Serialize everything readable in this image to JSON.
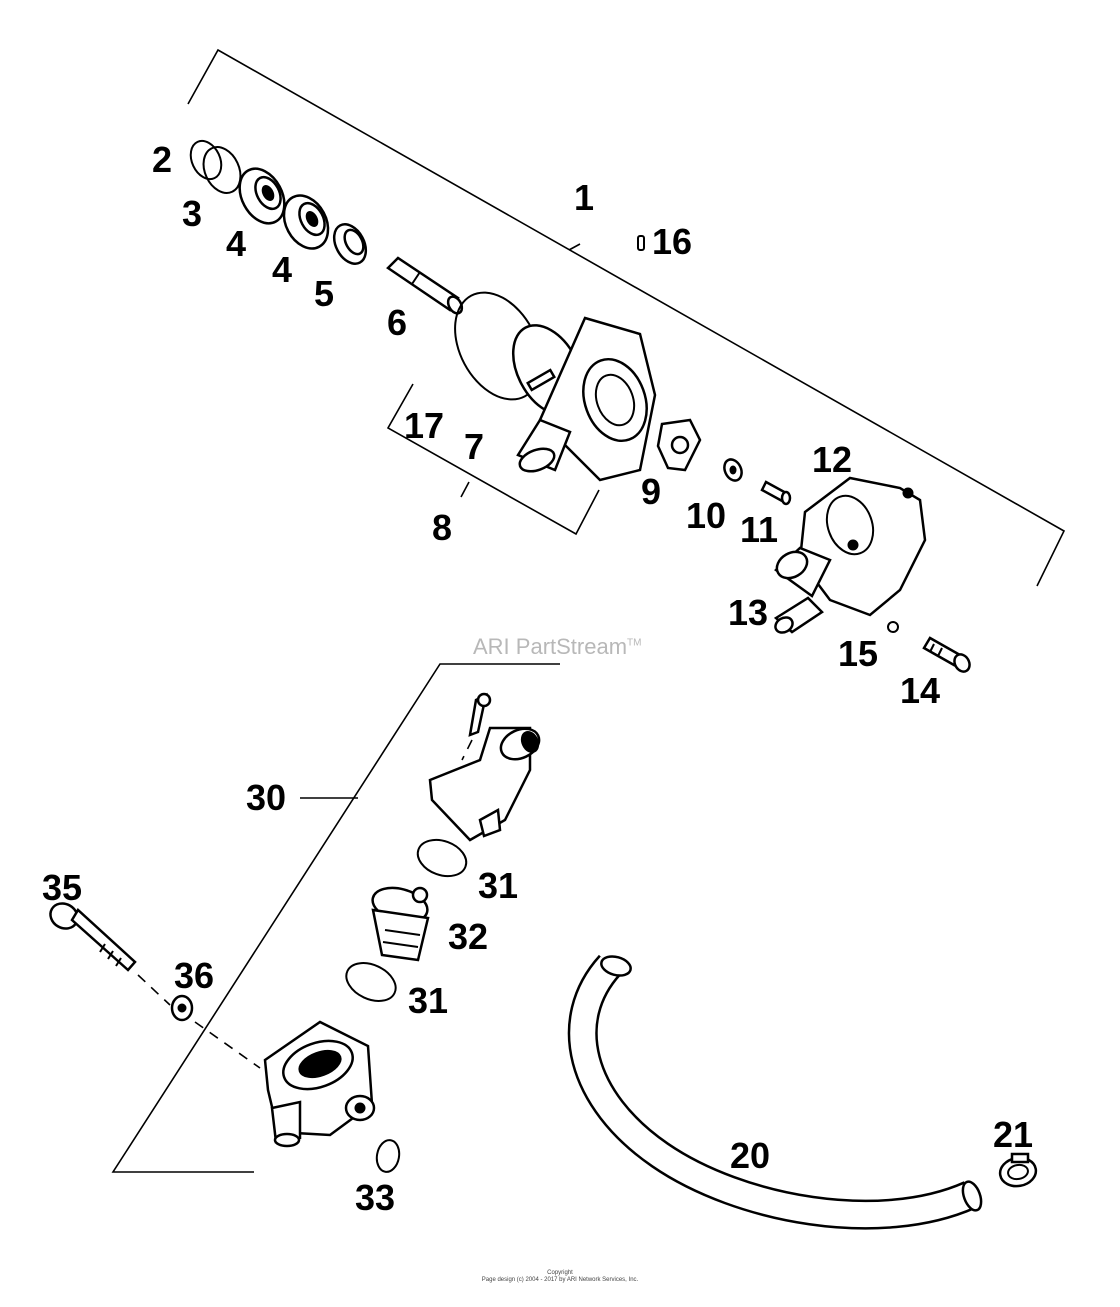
{
  "watermark": {
    "text": "ARI PartStream",
    "mark": "TM"
  },
  "footer": {
    "line1": "Copyright",
    "line2": "Page design (c) 2004 - 2017 by ARI Network Services, Inc."
  },
  "callouts": {
    "c1": "1",
    "c2": "2",
    "c3": "3",
    "c4a": "4",
    "c4b": "4",
    "c5": "5",
    "c6": "6",
    "c7": "7",
    "c8": "8",
    "c9": "9",
    "c10": "10",
    "c11": "11",
    "c12": "12",
    "c13": "13",
    "c14": "14",
    "c15": "15",
    "c16": "16",
    "c17": "17",
    "c20": "20",
    "c21": "21",
    "c30": "30",
    "c31a": "31",
    "c31b": "31",
    "c32": "32",
    "c33": "33",
    "c35": "35",
    "c36": "36"
  }
}
